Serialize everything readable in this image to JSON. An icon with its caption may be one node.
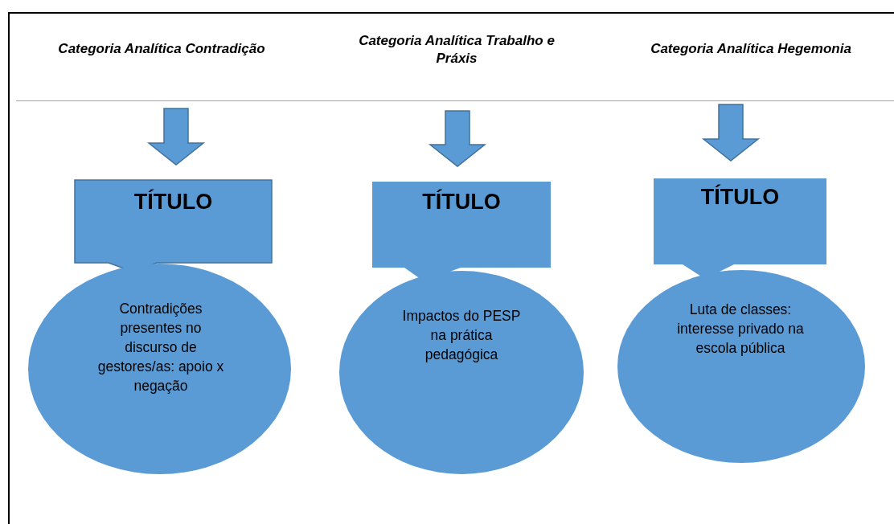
{
  "diagram": {
    "nodes": [
      {
        "text": [
          "Categoria Analítica Contradição"
        ]
      },
      {
        "text": [
          "TÍTULO"
        ]
      },
      {
        "text": [
          "Contradições presentes no discurso de gestores/as: apoio x negação"
        ]
      },
      {
        "text": [
          "Categoria Analítica Trabalho e Práxis"
        ]
      },
      {
        "text": [
          "TÍTULO"
        ]
      },
      {
        "text": [
          "Impactos do PESP na prática pedagógica"
        ]
      },
      {
        "text": [
          "Categoria Analítica Hegemonia"
        ]
      },
      {
        "text": [
          "TÍTULO"
        ]
      },
      {
        "text": [
          "Luta de classes: interesse privado na escola pública"
        ]
      }
    ],
    "edges": [
      {
        "from": 0,
        "to": 1,
        "arrow": "to",
        "style": "thick"
      },
      {
        "from": 3,
        "to": 4,
        "arrow": "to",
        "style": "thick"
      },
      {
        "from": 6,
        "to": 7,
        "arrow": "to",
        "style": "thick"
      }
    ]
  }
}
